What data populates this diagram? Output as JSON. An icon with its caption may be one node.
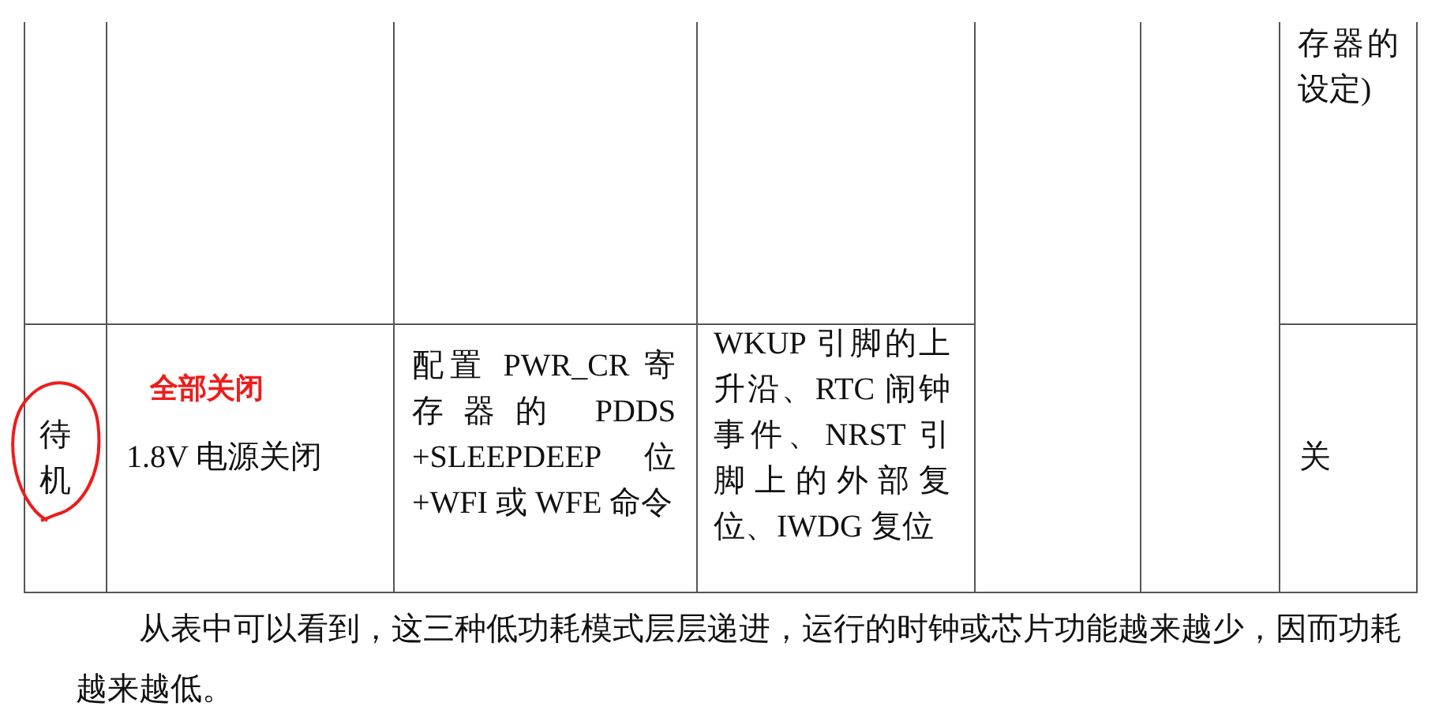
{
  "diagram": {
    "caption": "从表中可以看到，这三种低功耗模式层层递进，运行的时钟或芯片功能越来越少，因而功耗越来越低。",
    "labels": [
      "存器的设定)",
      "待机",
      "全部关闭",
      "1.8V 电源关闭",
      "配置 PWR_CR 寄存器的 PDDS +SLEEPDEEP 位 +WFI 或 WFE 命令",
      "WKUP 引脚的上升沿、RTC 闹钟事件、NRST 引脚上的外部复位、IWDG 复位",
      "关"
    ]
  }
}
